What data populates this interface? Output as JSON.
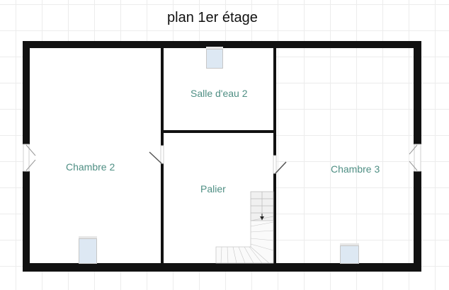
{
  "title": "plan 1er étage",
  "rooms": [
    {
      "id": "chambre-2",
      "label": "Chambre 2"
    },
    {
      "id": "salle-deau-2",
      "label": "Salle d'eau 2"
    },
    {
      "id": "palier",
      "label": "Palier"
    },
    {
      "id": "chambre-3",
      "label": "Chambre 3"
    }
  ],
  "colors": {
    "wall": "#111111",
    "label": "#4f8f84",
    "window": "#dde8f3",
    "grid": "#ececec"
  },
  "icons": {
    "stair_arrow": "stair-direction-arrow-icon",
    "door": "door-swing-icon",
    "window": "window-icon"
  }
}
